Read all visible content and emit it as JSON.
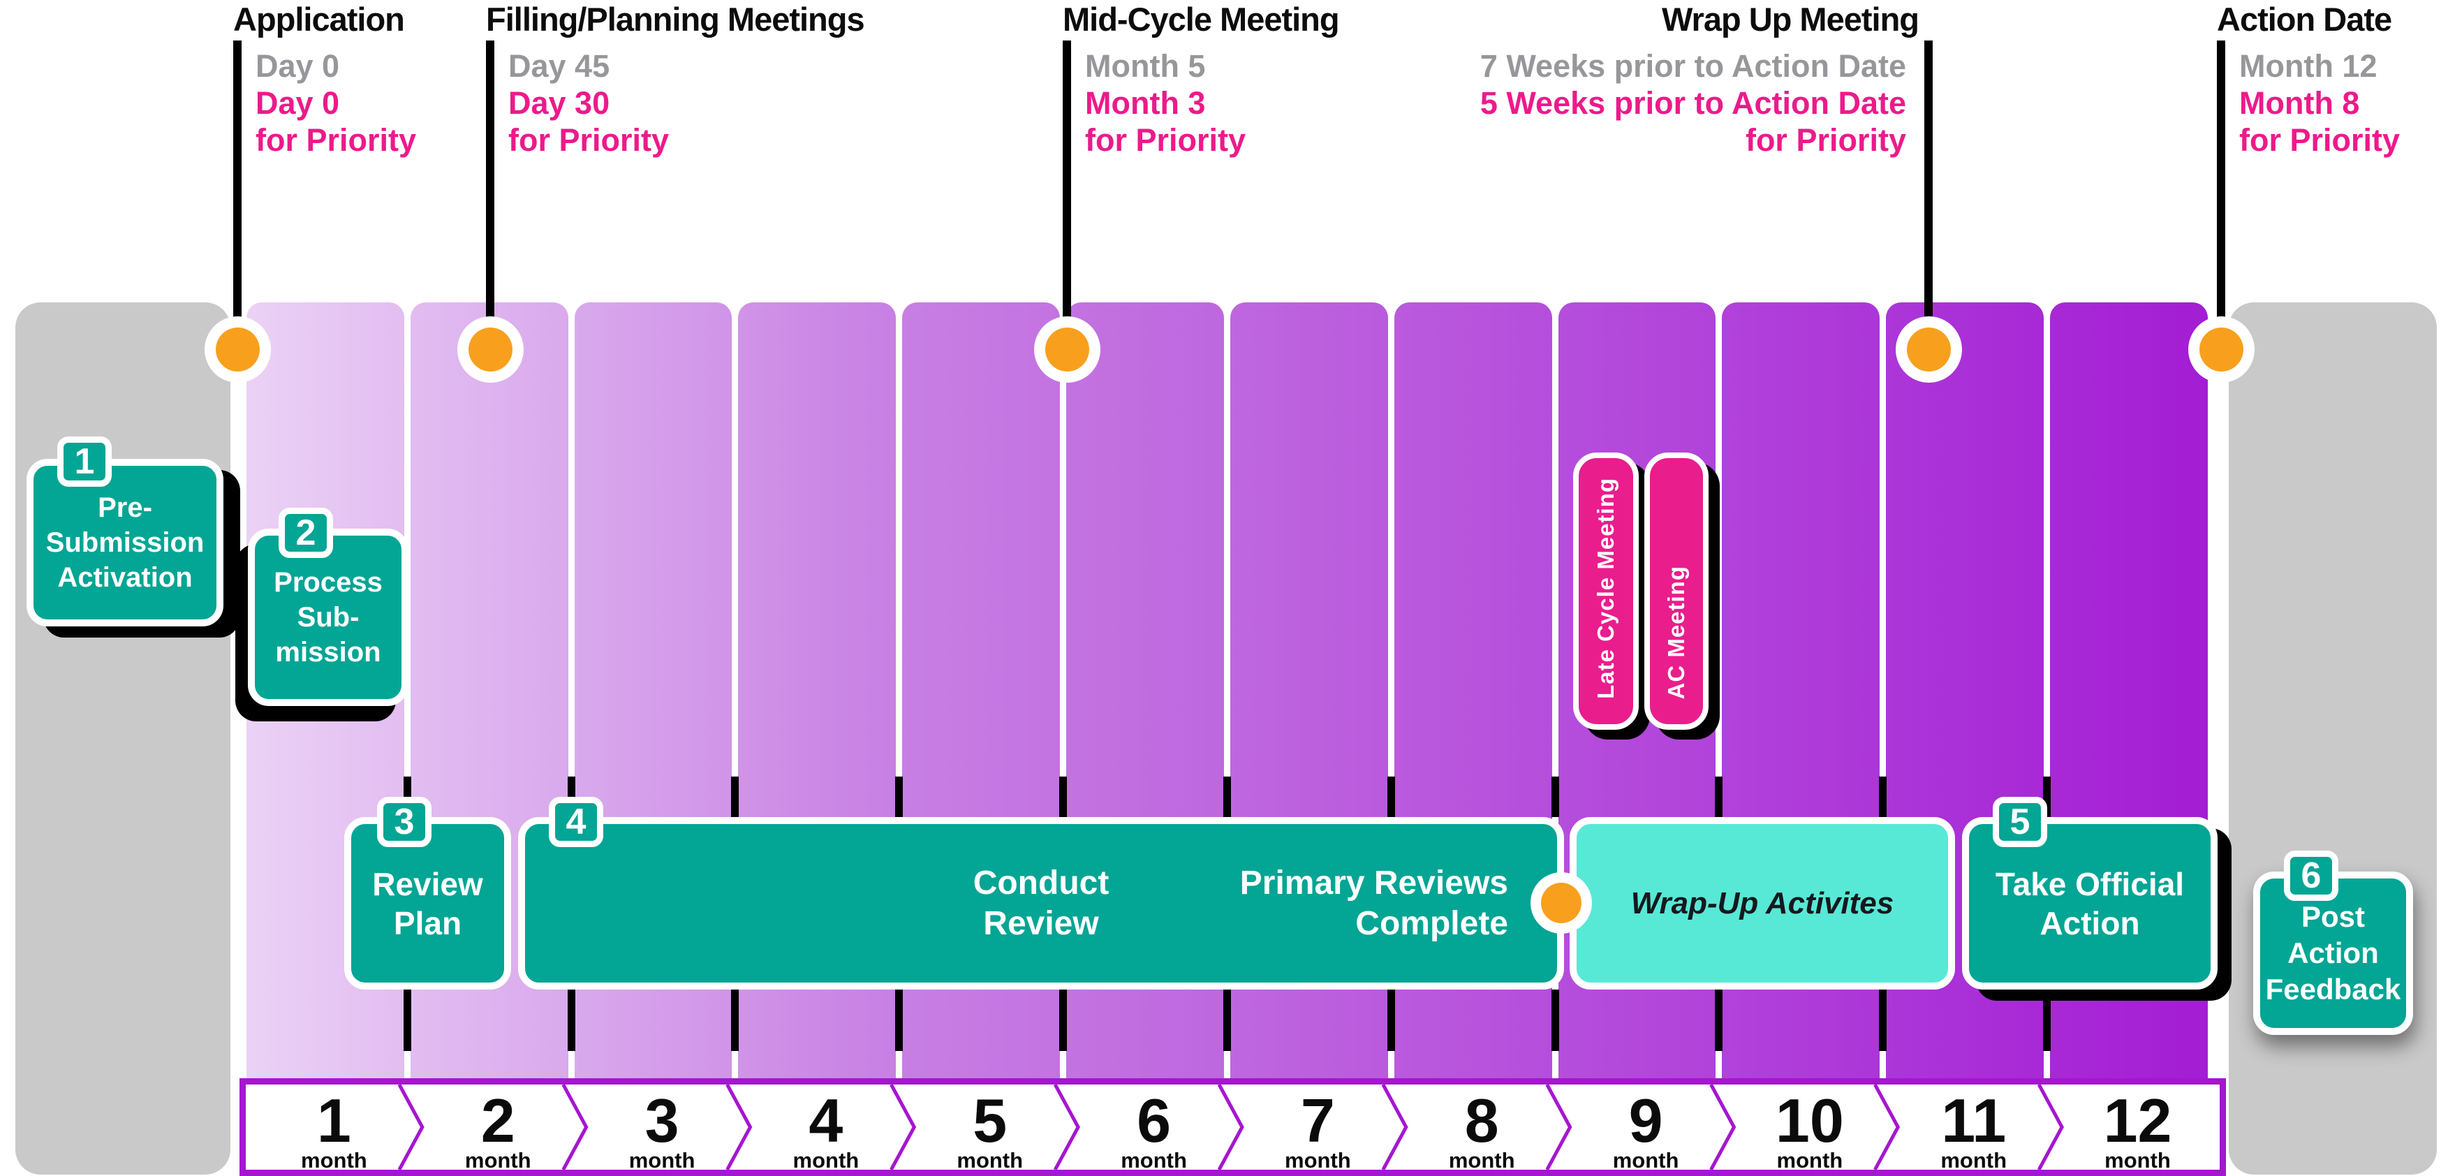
{
  "palette": {
    "teal": "#03a594",
    "teal_light": "#58e8d6",
    "pink": "#ea1d8c",
    "pink_text": "#ec1a8b",
    "gray_text": "#97979b",
    "orange": "#f8a01e",
    "strip_purple": "#a516d0",
    "gray_column": "#c9c9c9",
    "column_gradient_start": "#ebd2f5",
    "column_gradient_mid": "#c77fe3",
    "column_gradient_end": "#a31dd4",
    "wrap_text": "#15191d",
    "title_text": "#0c0c0c"
  },
  "milestones": [
    {
      "title": "Application",
      "sub": [
        {
          "text": "Day 0",
          "color": "gray"
        },
        {
          "text": "Day 0",
          "color": "pink"
        },
        {
          "text": "for Priority",
          "color": "pink"
        }
      ]
    },
    {
      "title": "Filling/Planning Meetings",
      "sub": [
        {
          "text": "Day 45",
          "color": "gray"
        },
        {
          "text": "Day 30",
          "color": "pink"
        },
        {
          "text": "for Priority",
          "color": "pink"
        }
      ]
    },
    {
      "title": "Mid-Cycle Meeting",
      "sub": [
        {
          "text": "Month 5",
          "color": "gray"
        },
        {
          "text": "Month 3",
          "color": "pink"
        },
        {
          "text": "for Priority",
          "color": "pink"
        }
      ]
    },
    {
      "title": "Wrap Up Meeting",
      "sub": [
        {
          "text": "7 Weeks prior to Action Date",
          "color": "gray"
        },
        {
          "text": "5 Weeks prior to Action Date",
          "color": "pink"
        },
        {
          "text": "for Priority",
          "color": "pink"
        }
      ]
    },
    {
      "title": "Action Date",
      "sub": [
        {
          "text": "Month 12",
          "color": "gray"
        },
        {
          "text": "Month 8",
          "color": "pink"
        },
        {
          "text": "for Priority",
          "color": "pink"
        }
      ]
    }
  ],
  "steps": [
    {
      "num": "1",
      "lines": [
        "Pre-",
        "Submission",
        "Activation"
      ]
    },
    {
      "num": "2",
      "lines": [
        "Process",
        "Sub-",
        "mission"
      ]
    },
    {
      "num": "3",
      "lines": [
        "Review",
        "Plan"
      ]
    },
    {
      "num": "4",
      "lines": [
        "Conduct",
        "Review"
      ],
      "right_note": [
        "Primary Reviews",
        "Complete"
      ]
    },
    {
      "num": "5",
      "lines": [
        "Take Official",
        "Action"
      ]
    },
    {
      "num": "6",
      "lines": [
        "Post",
        "Action",
        "Feedback"
      ]
    }
  ],
  "wrap_up_box": {
    "label": "Wrap-Up Activites"
  },
  "meetings": [
    {
      "label": "Late Cycle Meeting"
    },
    {
      "label": "AC Meeting"
    }
  ],
  "timeline": {
    "months": [
      {
        "num": "1",
        "label": "month"
      },
      {
        "num": "2",
        "label": "month"
      },
      {
        "num": "3",
        "label": "month"
      },
      {
        "num": "4",
        "label": "month"
      },
      {
        "num": "5",
        "label": "month"
      },
      {
        "num": "6",
        "label": "month"
      },
      {
        "num": "7",
        "label": "month"
      },
      {
        "num": "8",
        "label": "month"
      },
      {
        "num": "9",
        "label": "month"
      },
      {
        "num": "10",
        "label": "month"
      },
      {
        "num": "11",
        "label": "month"
      },
      {
        "num": "12",
        "label": "month"
      }
    ]
  }
}
